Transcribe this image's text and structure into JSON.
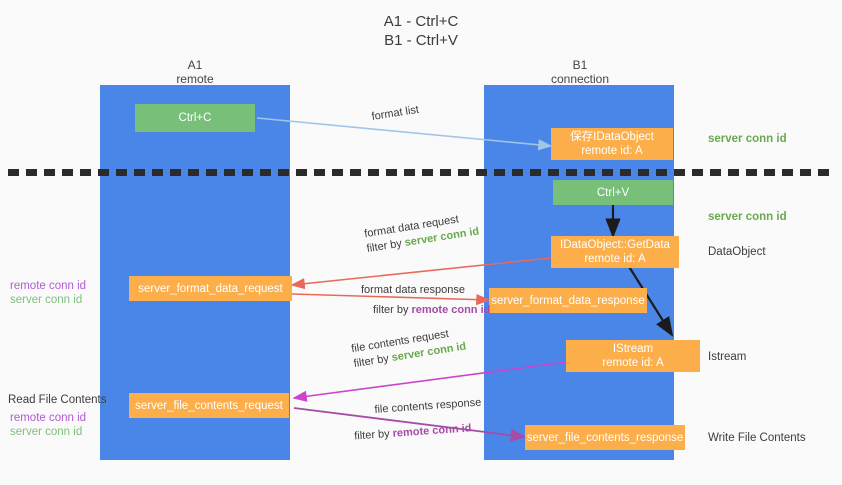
{
  "title": {
    "line1": "A1 - Ctrl+C",
    "line2": "B1 - Ctrl+V"
  },
  "lanes": [
    {
      "name": "A1",
      "subtitle": "remote"
    },
    {
      "name": "B1",
      "subtitle": "connection"
    }
  ],
  "colors": {
    "lane": "#4a86e8",
    "green_box": "#78c07a",
    "orange_box": "#fcae4b",
    "server_conn_id": "#6aa84f",
    "remote_conn_id": "#a64ba6",
    "arrow_blue": "#9fc5e8",
    "arrow_red": "#e8695b",
    "arrow_magenta": "#cc44cc",
    "arrow_purple": "#a64ba6",
    "arrow_black": "#1b1b1b",
    "divider": "#2b2b2b",
    "background": "#fafafa"
  },
  "nodes": {
    "ctrl_c": {
      "label": "Ctrl+C"
    },
    "save_idataobject": {
      "line1": "保存IDataObject",
      "line2": "remote id: A"
    },
    "ctrl_v": {
      "label": "Ctrl+V"
    },
    "getdata": {
      "line1": "IDataObject::GetData",
      "line2": "remote id: A"
    },
    "server_format_data_request": {
      "label": "server_format_data_request"
    },
    "server_format_data_response": {
      "label": "server_format_data_response"
    },
    "istream": {
      "line1": "IStream",
      "line2": "remote id: A"
    },
    "server_file_contents_request": {
      "label": "server_file_contents_request"
    },
    "server_file_contents_response": {
      "label": "server_file_contents_response"
    }
  },
  "edge_labels": {
    "format_list": {
      "text": "format list"
    },
    "format_data_request": {
      "line1": "format data request",
      "prefix": "filter by ",
      "key": "server conn id"
    },
    "format_data_response": {
      "line1": "format data response",
      "prefix": "filter by ",
      "key": "remote conn id"
    },
    "file_contents_request": {
      "line1": "file contents request",
      "prefix": "filter by ",
      "key": "server conn id"
    },
    "file_contents_response": {
      "line1": "file contents response",
      "prefix": "filter by ",
      "key": "remote conn id"
    }
  },
  "right_labels": {
    "server_conn_id_top": "server conn id",
    "server_conn_id_mid": "server conn id",
    "dataobject": "DataObject",
    "istream": "Istream",
    "write_file_contents": "Write File Contents"
  },
  "left_labels": {
    "ids_upper": {
      "remote": "remote conn id",
      "server": "server conn id"
    },
    "read_file_contents": "Read File Contents",
    "ids_lower": {
      "remote": "remote conn id",
      "server": "server conn id"
    }
  }
}
